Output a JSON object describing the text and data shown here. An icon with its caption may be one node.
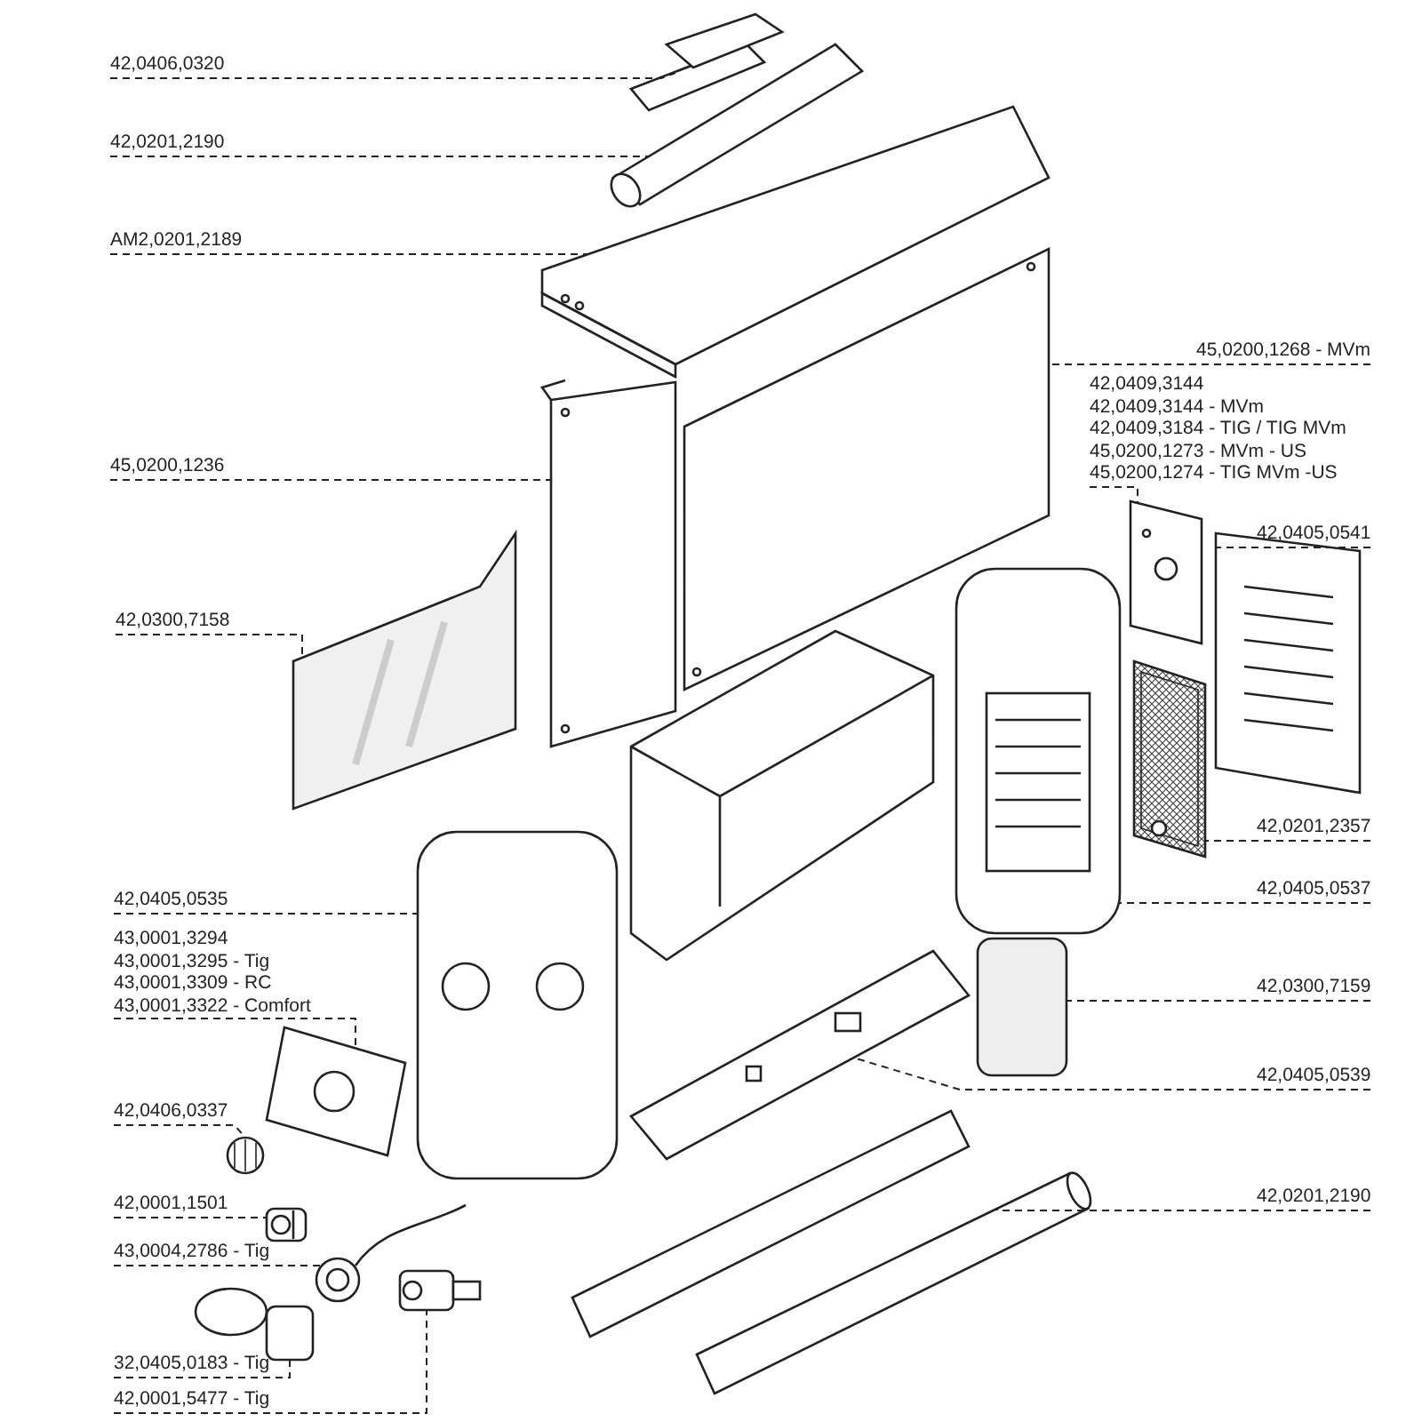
{
  "diagram": {
    "nodes": [
      {
        "text": [
          "42,0406,0320"
        ]
      },
      {
        "text": [
          "42,0201,2190"
        ]
      },
      {
        "text": [
          "AM2,0201,2189"
        ]
      },
      {
        "text": [
          "45,0200,1236"
        ]
      },
      {
        "text": [
          "42,0300,7158"
        ]
      },
      {
        "text": [
          "45,0200,1268 - MVm"
        ]
      },
      {
        "text": [
          "42,0409,3144",
          "42,0409,3144 - MVm",
          "42,0409,3184 - TIG / TIG MVm",
          "45,0200,1273 - MVm - US",
          "45,0200,1274 - TIG MVm -US"
        ]
      },
      {
        "text": [
          "42,0405,0541"
        ]
      },
      {
        "text": [
          "42,0201,2357"
        ]
      },
      {
        "text": [
          "42,0405,0537"
        ]
      },
      {
        "text": [
          "42,0300,7159"
        ]
      },
      {
        "text": [
          "42,0405,0539"
        ]
      },
      {
        "text": [
          "42,0201,2190"
        ]
      },
      {
        "text": [
          "42,0405,0535"
        ]
      },
      {
        "text": [
          "43,0001,3294",
          "43,0001,3295 - Tig",
          "43,0001,3309 - RC",
          "43,0001,3322 - Comfort"
        ]
      },
      {
        "text": [
          "42,0406,0337"
        ]
      },
      {
        "text": [
          "42,0001,1501"
        ]
      },
      {
        "text": [
          "43,0004,2786 - Tig"
        ]
      },
      {
        "text": [
          "32,0405,0183 - Tig"
        ]
      },
      {
        "text": [
          "42,0001,5477 - Tig"
        ]
      },
      {
        "text": [],
        "shape": "picture"
      },
      {
        "text": [],
        "shape": "picture"
      },
      {
        "text": [],
        "shape": "picture"
      },
      {
        "text": [],
        "shape": "picture"
      },
      {
        "text": [],
        "shape": "picture"
      },
      {
        "text": [],
        "shape": "picture"
      },
      {
        "text": [],
        "shape": "picture"
      },
      {
        "text": [],
        "shape": "picture"
      },
      {
        "text": [],
        "shape": "picture"
      },
      {
        "text": [],
        "shape": "picture"
      },
      {
        "text": [],
        "shape": "picture"
      },
      {
        "text": [],
        "shape": "picture"
      },
      {
        "text": [],
        "shape": "picture"
      },
      {
        "text": [],
        "shape": "picture"
      },
      {
        "text": [],
        "shape": "picture"
      },
      {
        "text": [],
        "shape": "picture"
      },
      {
        "text": [],
        "shape": "picture"
      },
      {
        "text": [],
        "shape": "picture"
      },
      {
        "text": [],
        "shape": "picture"
      },
      {
        "text": [],
        "shape": "picture"
      }
    ],
    "edges": [
      {
        "from": 0,
        "to": 20,
        "arrow": "none",
        "style": "dashed"
      },
      {
        "from": 1,
        "to": 21,
        "arrow": "none",
        "style": "dashed"
      },
      {
        "from": 2,
        "to": 22,
        "arrow": "none",
        "style": "dashed"
      },
      {
        "from": 3,
        "to": 23,
        "arrow": "none",
        "style": "dashed"
      },
      {
        "from": 4,
        "to": 24,
        "arrow": "none",
        "style": "dashed"
      },
      {
        "from": 5,
        "to": 25,
        "arrow": "none",
        "style": "dashed"
      },
      {
        "from": 6,
        "to": 26,
        "arrow": "none",
        "style": "dashed"
      },
      {
        "from": 7,
        "to": 27,
        "arrow": "none",
        "style": "dashed"
      },
      {
        "from": 8,
        "to": 28,
        "arrow": "none",
        "style": "dashed"
      },
      {
        "from": 9,
        "to": 29,
        "arrow": "none",
        "style": "dashed"
      },
      {
        "from": 10,
        "to": 30,
        "arrow": "none",
        "style": "dashed"
      },
      {
        "from": 11,
        "to": 31,
        "arrow": "none",
        "style": "dashed"
      },
      {
        "from": 12,
        "to": 32,
        "arrow": "none",
        "style": "dashed"
      },
      {
        "from": 13,
        "to": 33,
        "arrow": "none",
        "style": "dashed"
      },
      {
        "from": 14,
        "to": 34,
        "arrow": "none",
        "style": "dashed"
      },
      {
        "from": 15,
        "to": 35,
        "arrow": "none",
        "style": "dashed"
      },
      {
        "from": 16,
        "to": 36,
        "arrow": "none",
        "style": "dashed"
      },
      {
        "from": 17,
        "to": 37,
        "arrow": "none",
        "style": "dashed"
      },
      {
        "from": 18,
        "to": 38,
        "arrow": "none",
        "style": "dashed"
      },
      {
        "from": 19,
        "to": 39,
        "arrow": "none",
        "style": "dashed"
      }
    ]
  }
}
